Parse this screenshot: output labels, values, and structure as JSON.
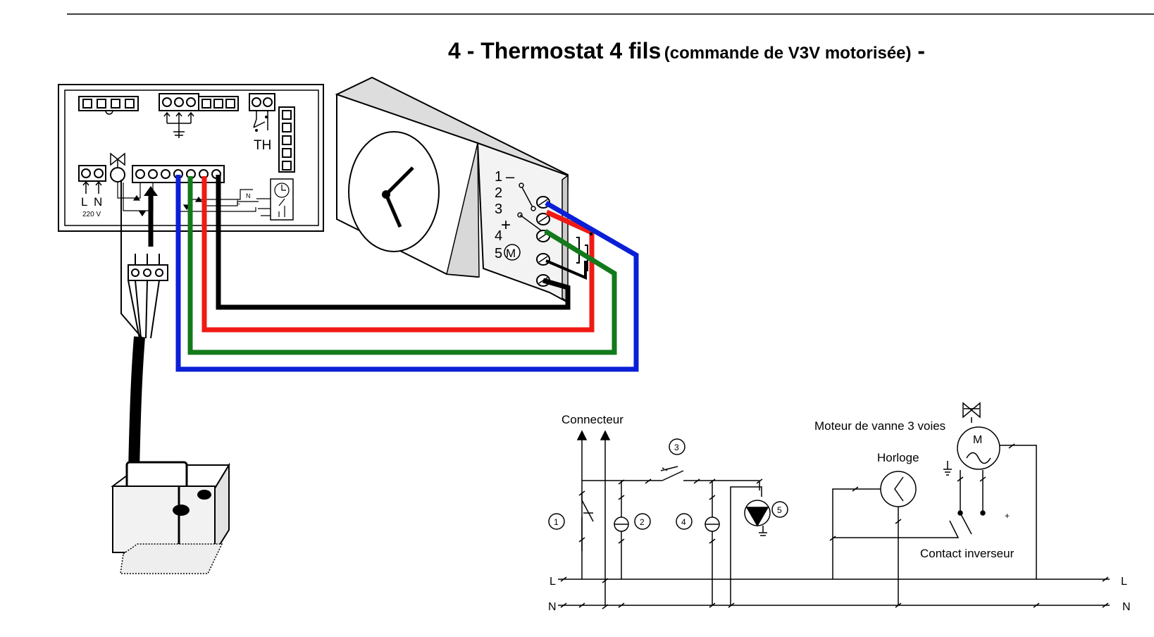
{
  "title": {
    "main": "4 - Thermostat 4 fils",
    "sub": "(commande de V3V motorisée)",
    "suffix": " -"
  },
  "boiler_panel": {
    "th_label": "TH",
    "l_label": "L",
    "n_label": "N",
    "voltage_label": "220 V",
    "wire_n_label": "N",
    "wire_l_label": "L"
  },
  "thermostat": {
    "terminals": [
      "1",
      "2",
      "3",
      "4",
      "5"
    ],
    "minus_sign": "–",
    "plus_sign": "+",
    "motor_symbol": "M"
  },
  "schematic": {
    "connector_label": "Connecteur",
    "valve_motor_label": "Moteur de vanne 3 voies",
    "motor_symbol": "M",
    "clock_label": "Horloge",
    "changeover_label": "Contact inverseur",
    "plus_sign": "+",
    "line_left": "L",
    "line_right": "L",
    "neutral_left": "N",
    "neutral_right": "N",
    "callouts": [
      "1",
      "2",
      "3",
      "4",
      "5"
    ]
  },
  "wire_colors": {
    "blue": "#0a1fd6",
    "red": "#f01a14",
    "green": "#127a1a",
    "black": "#000000"
  }
}
